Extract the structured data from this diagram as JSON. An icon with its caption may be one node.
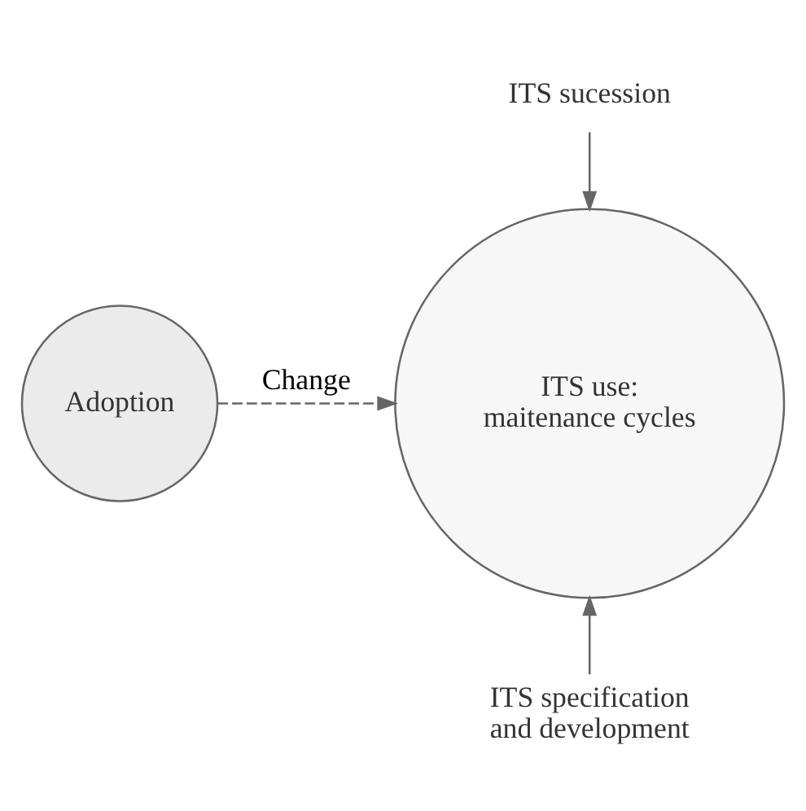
{
  "diagram": {
    "nodes": [
      {
        "text": [
          "ITS use: maitenance cycles"
        ]
      },
      {
        "text": [
          "Adoption"
        ]
      },
      {
        "text": [
          "ITS sucession"
        ]
      },
      {
        "text": [
          "ITS specification and development"
        ]
      }
    ],
    "edges": [
      {
        "from": 2,
        "to": 0,
        "arrow": "to"
      },
      {
        "from": 3,
        "to": 0,
        "arrow": "to"
      },
      {
        "from": 1,
        "to": 0,
        "arrow": "to",
        "style": "dashed",
        "label": "Change"
      }
    ]
  }
}
